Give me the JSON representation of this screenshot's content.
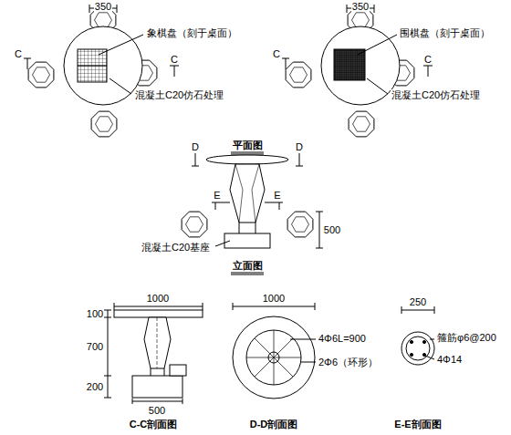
{
  "diagram": {
    "labels": [
      "350",
      "象棋盘（刻于桌面）",
      "C",
      "C",
      "混凝土C20仿石处理",
      "350",
      "围棋盘（刻于桌面）",
      "C",
      "C",
      "混凝土C20仿石处理",
      "平面图",
      "D",
      "D",
      "E",
      "E",
      "500",
      "混凝土C20基座",
      "立面图",
      "1000",
      "100",
      "700",
      "200",
      "500",
      "C-C剖面图",
      "1000",
      "4Φ6L=900",
      "2Φ6（环形）",
      "D-D剖面图",
      "250",
      "箍筋φ6@200",
      "4Φ14",
      "E-E剖面图"
    ]
  }
}
